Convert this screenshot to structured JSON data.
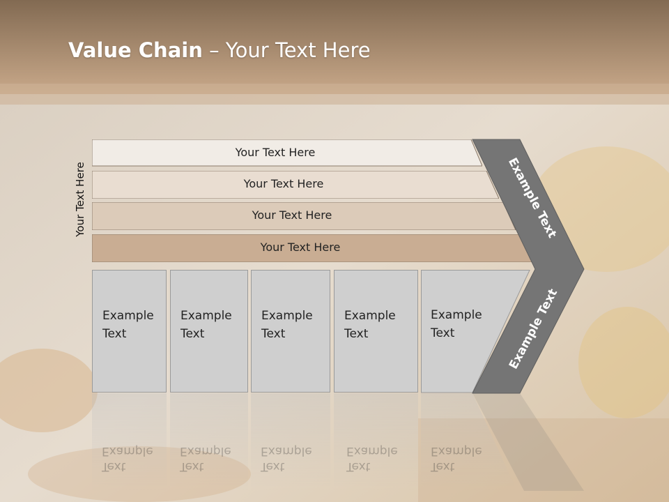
{
  "title": {
    "bold": "Value Chain",
    "rest": " – Your Text Here"
  },
  "side_label": "Your Text Here",
  "bands": [
    {
      "label": "Your Text Here",
      "color": "#f1ece6"
    },
    {
      "label": "Your Text Here",
      "color": "#e9ddd1"
    },
    {
      "label": "Your Text Here",
      "color": "#dccbb9"
    },
    {
      "label": "Your Text Here",
      "color": "#c9ad93"
    }
  ],
  "cards": [
    {
      "line1": "Example",
      "line2": "Text"
    },
    {
      "line1": "Example",
      "line2": "Text"
    },
    {
      "line1": "Example",
      "line2": "Text"
    },
    {
      "line1": "Example",
      "line2": "Text"
    },
    {
      "line1": "Example",
      "line2": "Text"
    }
  ],
  "chevron": {
    "upper": "Example Text",
    "lower": "Example Text",
    "color": "#757575"
  }
}
